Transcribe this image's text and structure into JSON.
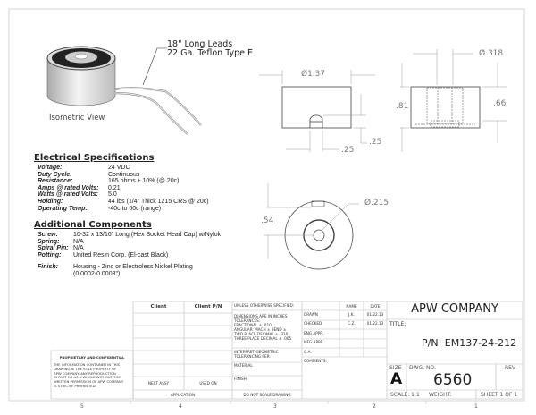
{
  "iso": {
    "leads_line1": "18\" Long Leads",
    "leads_line2": "22 Ga. Teflon Type E",
    "label": "Isometric View"
  },
  "dims": {
    "dia_outer": "Ø1.37",
    "slot_width": ".25",
    "slot_height": ".25",
    "dia_bore": "Ø.318",
    "height_total": ".81",
    "height_bore": ".66",
    "offset": ".54",
    "dia_hole": "Ø.215"
  },
  "electrical": {
    "title": "Electrical Specifications",
    "rows": [
      {
        "label": "Voltage:",
        "value": "24 VDC"
      },
      {
        "label": "Duty Cycle:",
        "value": "Continuous"
      },
      {
        "label": "Resistance:",
        "value": "165 ohms ± 10% (@ 20c)"
      },
      {
        "label": "Amps @ rated Volts:",
        "value": "0.21"
      },
      {
        "label": "Watts @ rated Volts:",
        "value": "5.0"
      },
      {
        "label": "Holding:",
        "value": "44 lbs (1/4\" Thick 1215 CRS @ 20c)"
      },
      {
        "label": "Operating Temp:",
        "value": "-40c to 60c (range)"
      }
    ]
  },
  "components": {
    "title": "Additional Components",
    "rows": [
      {
        "label": "Screw:",
        "value": "10-32 x 13/16\" Long (Hex Socket Head Cap) w/Nylok"
      },
      {
        "label": "Spring:",
        "value": "N/A"
      },
      {
        "label": "Spiral Pin:",
        "value": "N/A"
      },
      {
        "label": "Potting:",
        "value": "United Resin Corp. (El-cast Black)"
      }
    ],
    "finish_label": "Finish:",
    "finish_line1": "Housing - Zinc or Electroless Nickel Plating",
    "finish_line2": "(0.0002-0.0003\")"
  },
  "title_block": {
    "client": "Client",
    "client_pn": "Client P/N",
    "next_assy": "NEXT ASSY",
    "used_on": "USED ON",
    "application": "APPLICATION",
    "unless": "UNLESS OTHERWISE SPECIFIED:",
    "tolerances": [
      "DIMENSIONS ARE IN INCHES",
      "TOLERANCES:",
      "FRACTIONAL ± .010",
      "ANGULAR: MACH ±     BEND ±",
      "TWO PLACE DECIMAL    ± .010",
      "THREE PLACE DECIMAL  ± .005"
    ],
    "interpret": [
      "INTERPRET GEOMETRIC",
      "TOLERANCING PER:"
    ],
    "material": "MATERIAL",
    "finish": "FINISH",
    "no_scale": "DO NOT SCALE DRAWING",
    "name_hdr": "NAME",
    "date_hdr": "DATE",
    "approvals": [
      {
        "role": "DRAWN",
        "name": "J.K.",
        "date": "01.22.13"
      },
      {
        "role": "CHECKED",
        "name": "C.Z.",
        "date": "01.22.13"
      },
      {
        "role": "ENG APPR.",
        "name": "",
        "date": ""
      },
      {
        "role": "MFG APPR.",
        "name": "",
        "date": ""
      },
      {
        "role": "Q.A.",
        "name": "",
        "date": ""
      }
    ],
    "comments": "COMMENTS:",
    "company": "APW COMPANY",
    "title_label": "TITLE:",
    "part_number": "P/N: EM137-24-212",
    "size_label": "SIZE",
    "size": "A",
    "dwg_label": "DWG.  NO.",
    "dwg_no": "6560",
    "rev_label": "REV",
    "scale": "SCALE: 1:1",
    "weight": "WEIGHT:",
    "sheet": "SHEET 1 OF 1",
    "proprietary_title": "PROPRIETARY AND CONFIDENTIAL",
    "proprietary_text": [
      "THE INFORMATION CONTAINED IN THIS",
      "DRAWING IS THE SOLE PROPERTY OF",
      "APW COMPANY.  ANY REPRODUCTION",
      "IN PART OR AS A WHOLE WITHOUT THE",
      "WRITTEN PERMISSION OF APW COMPANY",
      "IS STRICTLY PROHIBITED."
    ]
  },
  "zones": [
    "5",
    "4",
    "3",
    "2",
    "1"
  ]
}
